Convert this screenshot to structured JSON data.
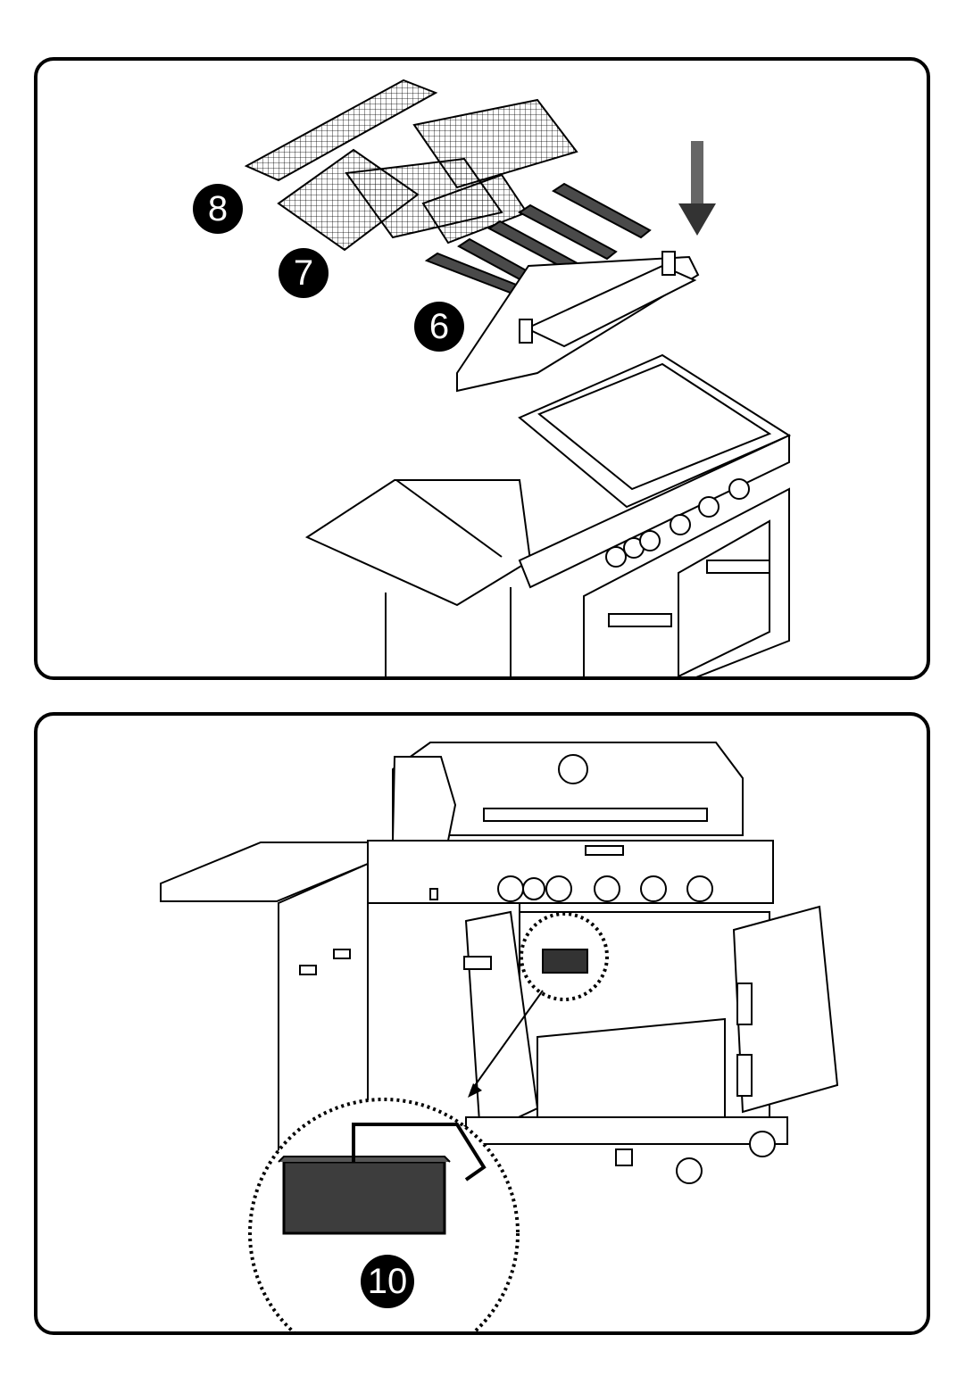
{
  "steps": {
    "top": {
      "grate_upper_label": "8",
      "grate_lower_label": "7",
      "flame_tamer_label": "6"
    },
    "bottom": {
      "grease_cup_label": "10"
    }
  },
  "colors": {
    "line": "#000000",
    "part_fill": "#4a4a4a",
    "background": "#ffffff"
  }
}
